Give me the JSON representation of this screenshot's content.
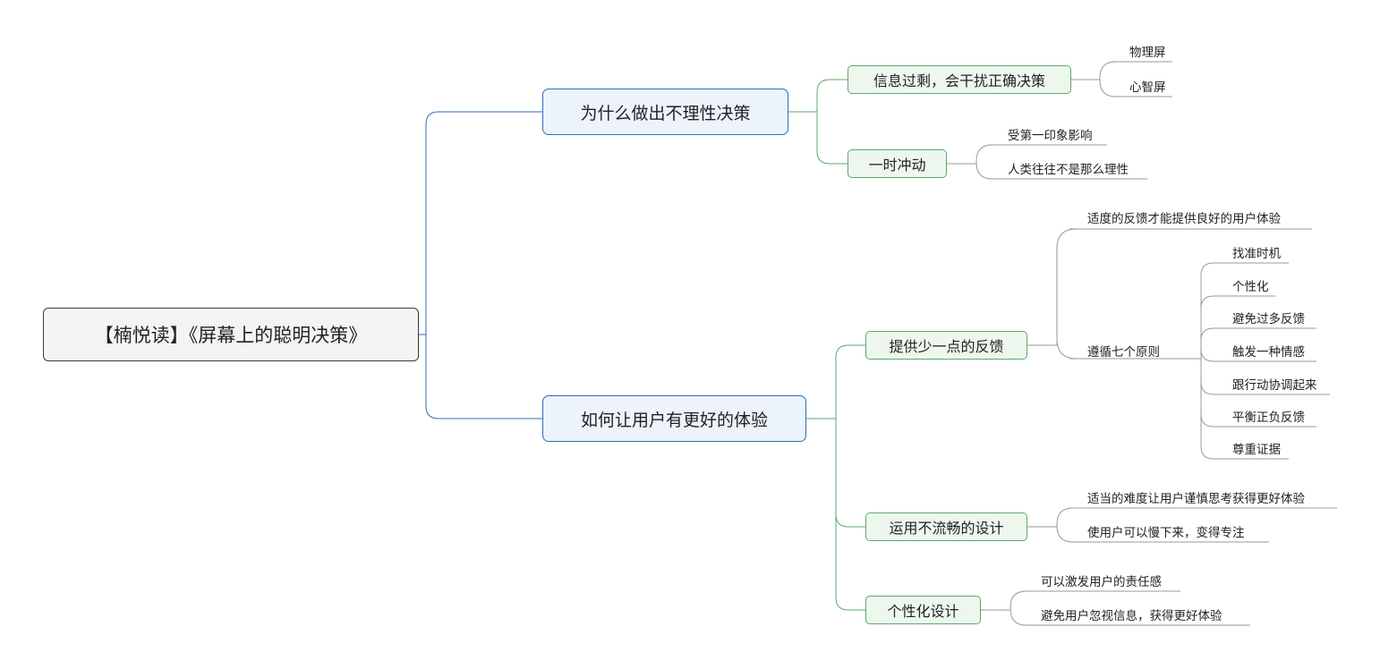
{
  "mindmap": {
    "root": "【楠悦读】《屏幕上的聪明决策》",
    "branches": [
      {
        "label": "为什么做出不理性决策",
        "children": [
          {
            "label": "信息过剩，会干扰正确决策",
            "leaves": [
              "物理屏",
              "心智屏"
            ]
          },
          {
            "label": "一时冲动",
            "leaves": [
              "受第一印象影响",
              "人类往往不是那么理性"
            ]
          }
        ]
      },
      {
        "label": "如何让用户有更好的体验",
        "children": [
          {
            "label": "提供少一点的反馈",
            "leaves": [
              "适度的反馈才能提供良好的用户体验",
              "遵循七个原则"
            ],
            "principles": [
              "找准时机",
              "个性化",
              "避免过多反馈",
              "触发一种情感",
              "跟行动协调起来",
              "平衡正负反馈",
              "尊重证据"
            ]
          },
          {
            "label": "运用不流畅的设计",
            "leaves": [
              "适当的难度让用户谨慎思考获得更好体验",
              "使用户可以慢下来，变得专注"
            ]
          },
          {
            "label": "个性化设计",
            "leaves": [
              "可以激发用户的责任感",
              "避免用户忽视信息，获得更好体验"
            ]
          }
        ]
      }
    ]
  },
  "colors": {
    "root_border": "#3a3a3a",
    "level1_border": "#2e6db4",
    "level1_fill": "#ecf3fb",
    "level2_border": "#5aa86b",
    "level2_fill": "#eef7ee",
    "leaf_line": "#9a9a9a"
  }
}
